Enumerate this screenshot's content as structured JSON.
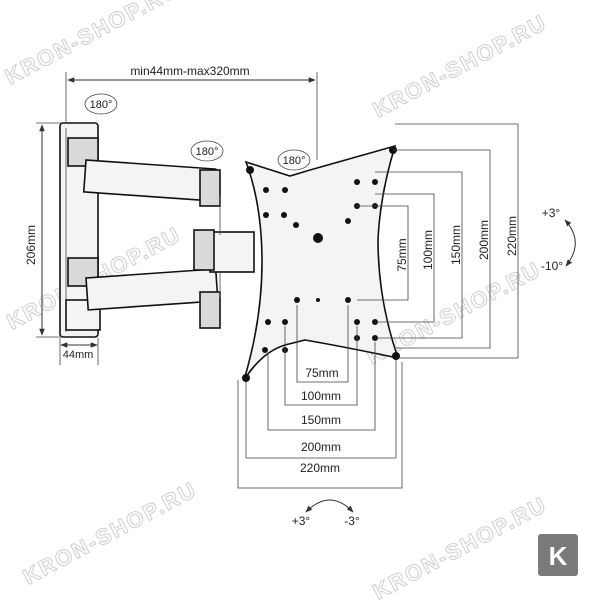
{
  "watermark": {
    "text": "KRON-SHOP.RU",
    "logo_letter": "K",
    "logo_color": "#7a7a7a"
  },
  "labels": {
    "arm_range": "min44mm-max320mm",
    "rot_left": "180°",
    "rot_middle": "180°",
    "rot_right": "180°",
    "wall_height": "206mm",
    "wall_depth": "44mm",
    "tilt_up": "+3°",
    "tilt_down": "-10°",
    "swivel_left": "+3°",
    "swivel_right": "-3°"
  },
  "vesa": {
    "vertical": [
      "75mm",
      "100mm",
      "150mm",
      "200mm",
      "220mm"
    ],
    "horizontal": [
      "75mm",
      "100mm",
      "150mm",
      "200mm",
      "220mm"
    ]
  }
}
